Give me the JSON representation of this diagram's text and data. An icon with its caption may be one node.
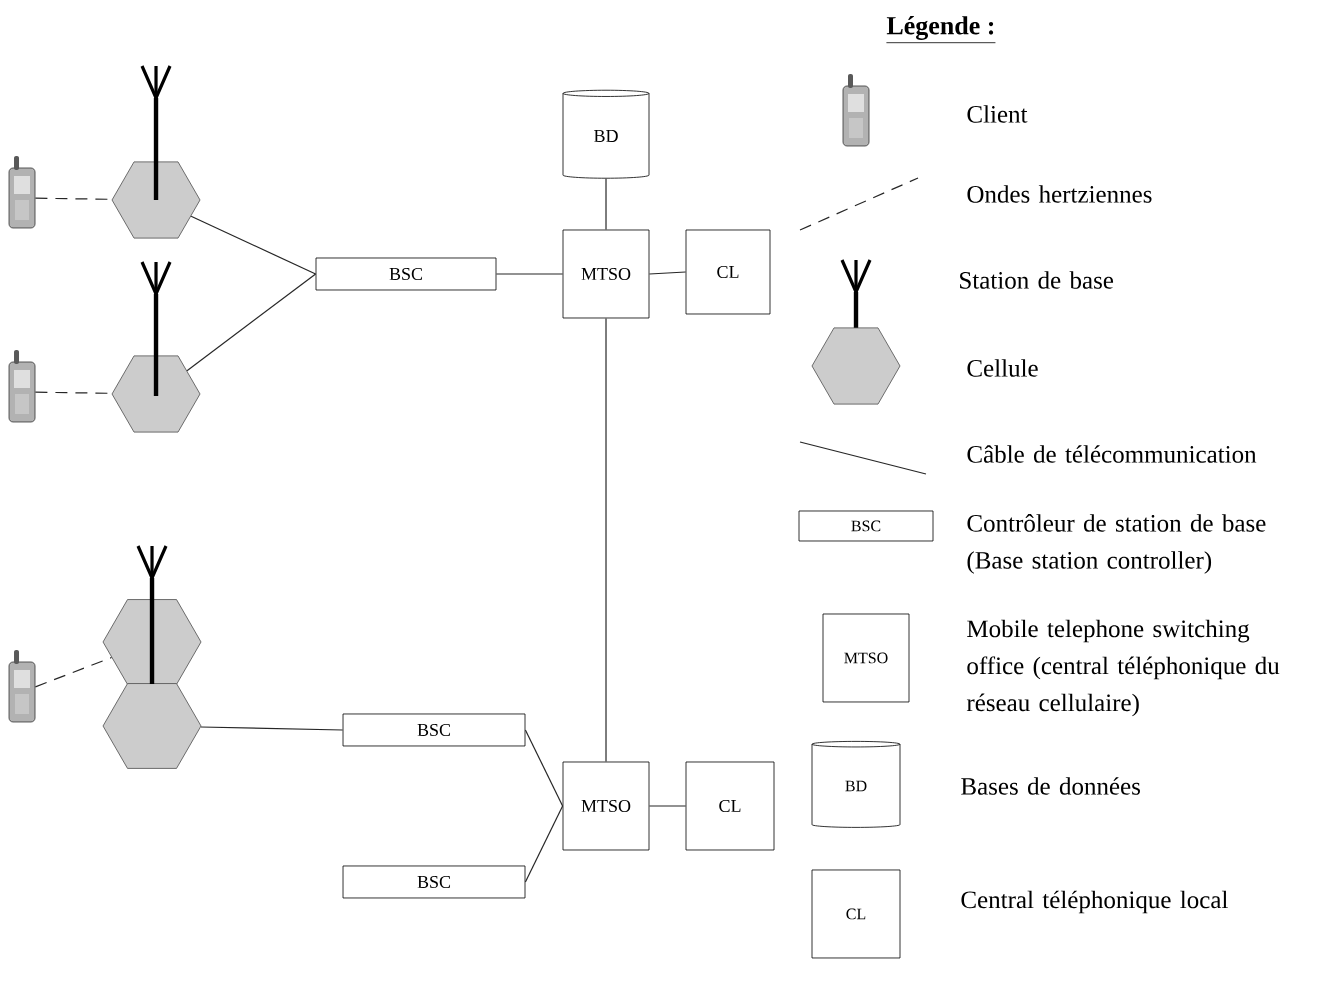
{
  "diagram": {
    "nodes": [
      {
        "text": [
          "BD"
        ]
      },
      {
        "text": [],
        "shape": "phone"
      },
      {
        "text": [],
        "shape": "hexagon"
      },
      {
        "text": [
          "BSC"
        ]
      },
      {
        "text": [
          "MTSO"
        ]
      },
      {
        "text": [
          "CL"
        ]
      },
      {
        "text": [],
        "shape": "phone"
      },
      {
        "text": [],
        "shape": "hexagon"
      },
      {
        "text": [],
        "shape": "hexagon"
      },
      {
        "text": [],
        "shape": "phone"
      },
      {
        "text": [],
        "shape": "hexagon"
      },
      {
        "text": [
          "BSC"
        ]
      },
      {
        "text": [
          "MTSO"
        ]
      },
      {
        "text": [
          "CL"
        ]
      },
      {
        "text": [
          "BSC"
        ]
      },
      {
        "text": [
          "BSC"
        ]
      },
      {
        "text": [
          "MTSO"
        ]
      },
      {
        "text": [
          "BD"
        ]
      },
      {
        "text": [
          "CL"
        ]
      }
    ],
    "edges": [
      {
        "from": 1,
        "to": 2,
        "arrow": "none",
        "style": "dashed"
      },
      {
        "from": 2,
        "to": 3,
        "arrow": "none"
      },
      {
        "from": 7,
        "to": 3,
        "arrow": "none"
      },
      {
        "from": 6,
        "to": 7,
        "arrow": "none",
        "style": "dashed"
      },
      {
        "from": 0,
        "to": 4,
        "arrow": "none"
      },
      {
        "from": 3,
        "to": 4,
        "arrow": "none"
      },
      {
        "from": 4,
        "to": 5,
        "arrow": "none"
      },
      {
        "from": 4,
        "to": 12,
        "arrow": "none"
      },
      {
        "from": 9,
        "to": 8,
        "arrow": "none",
        "style": "dashed"
      },
      {
        "from": 10,
        "to": 11,
        "arrow": "none"
      },
      {
        "from": 11,
        "to": 12,
        "arrow": "none"
      },
      {
        "from": 14,
        "to": 12,
        "arrow": "none"
      },
      {
        "from": 12,
        "to": 13,
        "arrow": "none"
      }
    ],
    "labels": [
      "Légende :"
    ],
    "legend": [
      {
        "text": "Client"
      },
      {
        "text": "Ondes hertziennes"
      },
      {
        "text": "Station de base"
      },
      {
        "text": "Cellule"
      },
      {
        "text": "Câble de télécommunication"
      },
      {
        "text": "Contrôleur de station de base (Base station controller)"
      },
      {
        "text": "Mobile telephone switching office (central téléphonique du réseau cellulaire)"
      },
      {
        "text": "Bases de données"
      },
      {
        "text": "Central téléphonique local"
      }
    ]
  }
}
